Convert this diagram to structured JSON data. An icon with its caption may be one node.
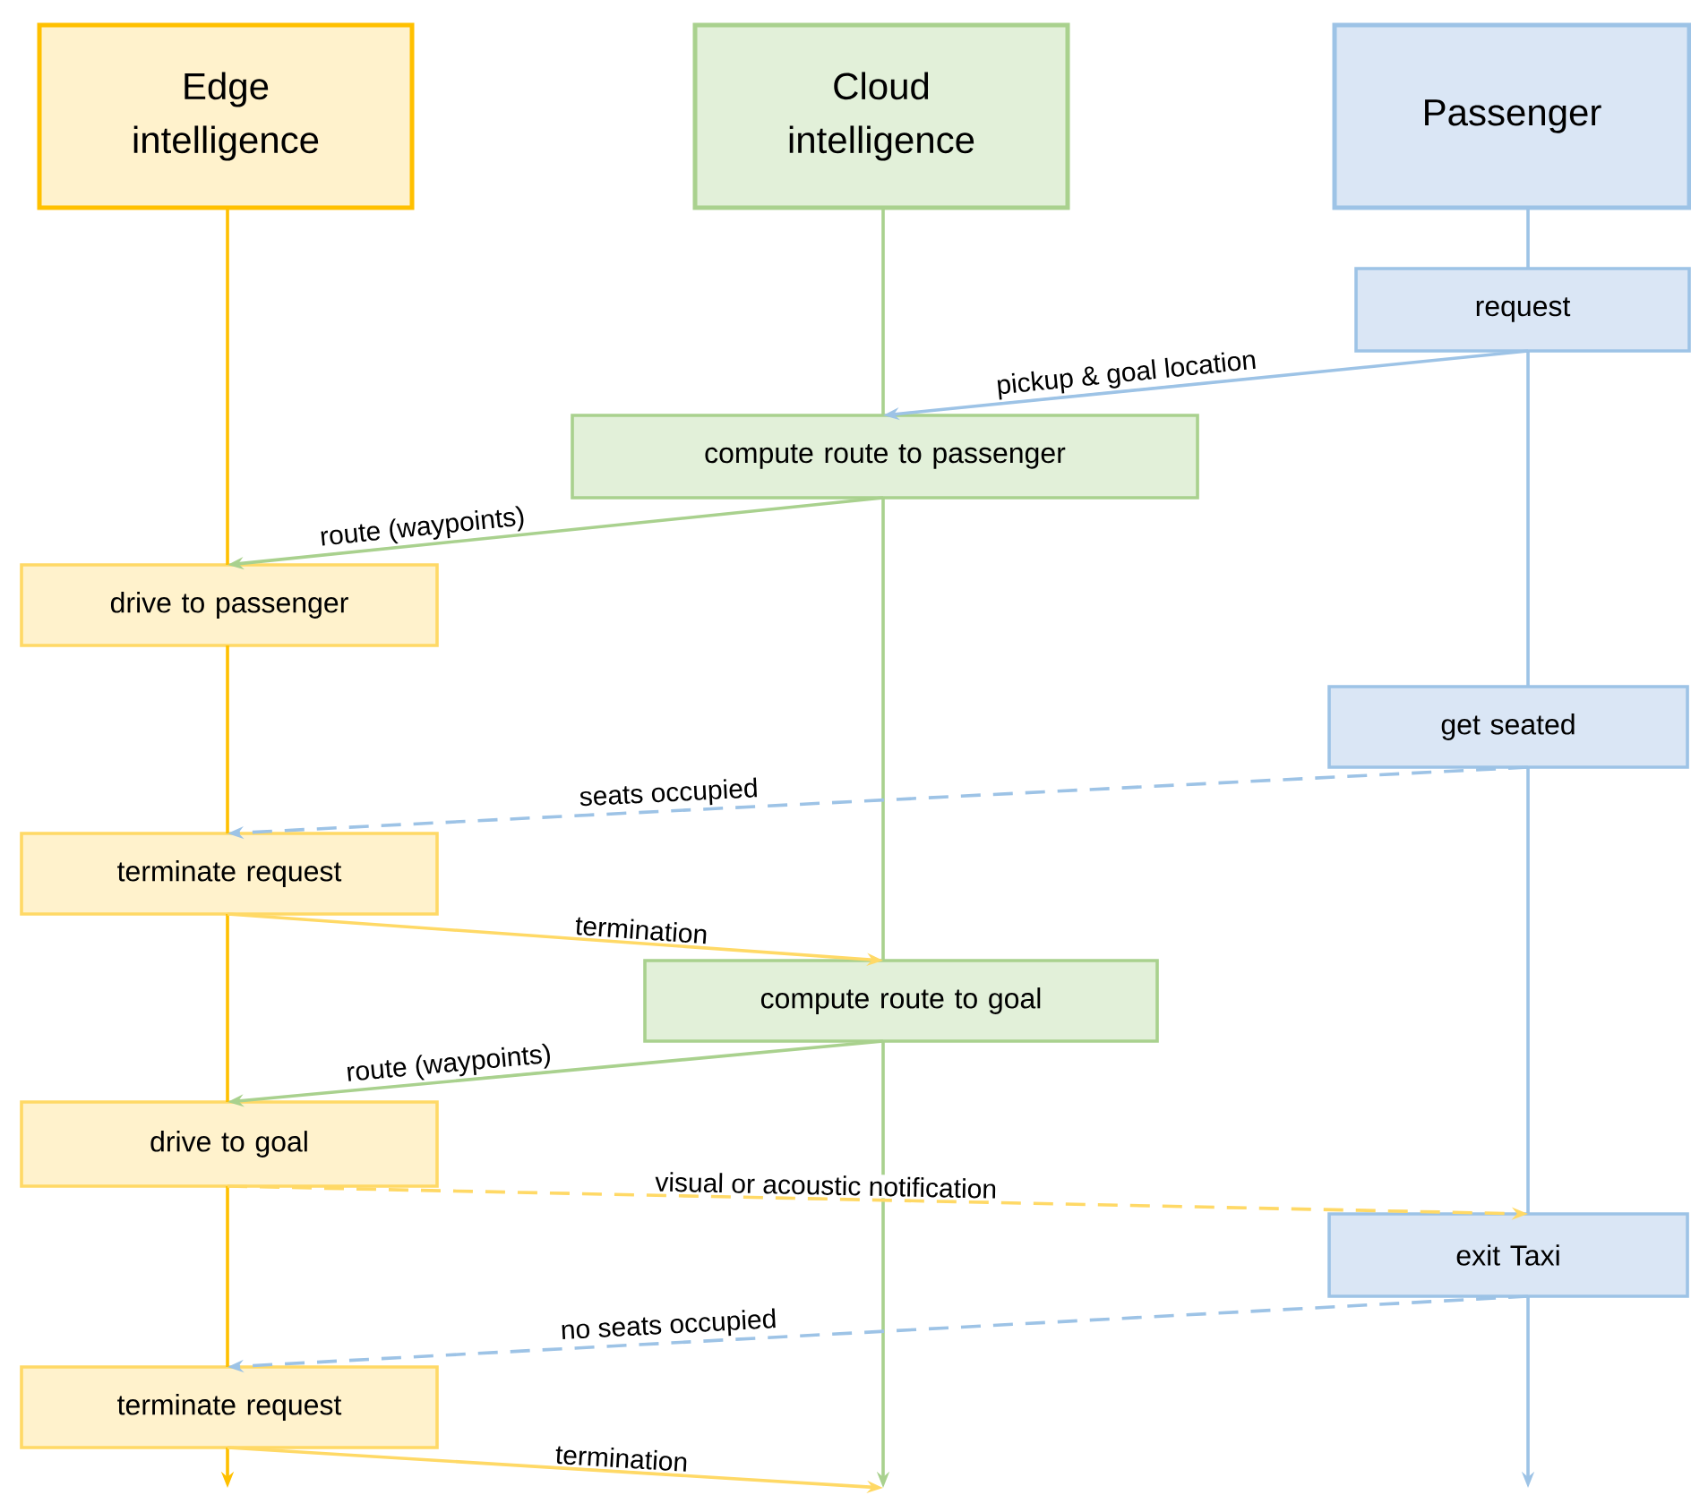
{
  "diagram": {
    "nodes": [
      {
        "text": [
          "Edge intelligence"
        ]
      },
      {
        "text": [
          "Cloud intelligence"
        ]
      },
      {
        "text": [
          "Passenger"
        ]
      },
      {
        "text": [
          "request"
        ]
      },
      {
        "text": [
          "compute route to passenger"
        ]
      },
      {
        "text": [
          "drive to passenger"
        ]
      },
      {
        "text": [
          "get seated"
        ]
      },
      {
        "text": [
          "terminate request"
        ]
      },
      {
        "text": [
          "compute route to goal"
        ]
      },
      {
        "text": [
          "drive to goal"
        ]
      },
      {
        "text": [
          "exit Taxi"
        ]
      },
      {
        "text": [
          "terminate request"
        ]
      }
    ],
    "edges": [
      {
        "from": 0,
        "to": 5,
        "arrow": "none",
        "color": "#ffc000"
      },
      {
        "from": 5,
        "to": 7,
        "arrow": "none",
        "color": "#ffc000"
      },
      {
        "from": 7,
        "to": 9,
        "arrow": "none",
        "color": "#ffc000"
      },
      {
        "from": 9,
        "to": 11,
        "arrow": "none",
        "color": "#ffc000"
      },
      {
        "from": 11,
        "to": null,
        "arrow": "to",
        "color": "#ffc000"
      },
      {
        "from": 1,
        "to": 4,
        "arrow": "none",
        "color": "#a9d18e"
      },
      {
        "from": 4,
        "to": 8,
        "arrow": "none",
        "color": "#a9d18e"
      },
      {
        "from": 8,
        "to": null,
        "arrow": "to",
        "color": "#a9d18e"
      },
      {
        "from": 2,
        "to": 3,
        "arrow": "none",
        "color": "#9dc3e6"
      },
      {
        "from": 3,
        "to": 6,
        "arrow": "none",
        "color": "#9dc3e6"
      },
      {
        "from": 6,
        "to": 10,
        "arrow": "none",
        "color": "#9dc3e6"
      },
      {
        "from": 10,
        "to": null,
        "arrow": "to",
        "color": "#9dc3e6"
      },
      {
        "from": 3,
        "to": 4,
        "arrow": "to",
        "label": "pickup & goal location",
        "color": "#9dc3e6"
      },
      {
        "from": 4,
        "to": 5,
        "arrow": "to",
        "label": "route (waypoints)",
        "color": "#a9d18e"
      },
      {
        "from": 6,
        "to": 7,
        "arrow": "to",
        "label": "seats occupied",
        "style": "dashed",
        "color": "#9dc3e6"
      },
      {
        "from": 7,
        "to": 8,
        "arrow": "to",
        "label": "termination",
        "color": "#ffd966"
      },
      {
        "from": 8,
        "to": 9,
        "arrow": "to",
        "label": "route (waypoints)",
        "color": "#a9d18e"
      },
      {
        "from": 9,
        "to": 10,
        "arrow": "to",
        "label": "visual or acoustic notification",
        "style": "dashed",
        "color": "#ffd966"
      },
      {
        "from": 10,
        "to": 11,
        "arrow": "to",
        "label": "no seats occupied",
        "style": "dashed",
        "color": "#9dc3e6"
      },
      {
        "from": 11,
        "to": null,
        "arrow": "to",
        "label": "termination",
        "color": "#ffd966"
      }
    ]
  }
}
